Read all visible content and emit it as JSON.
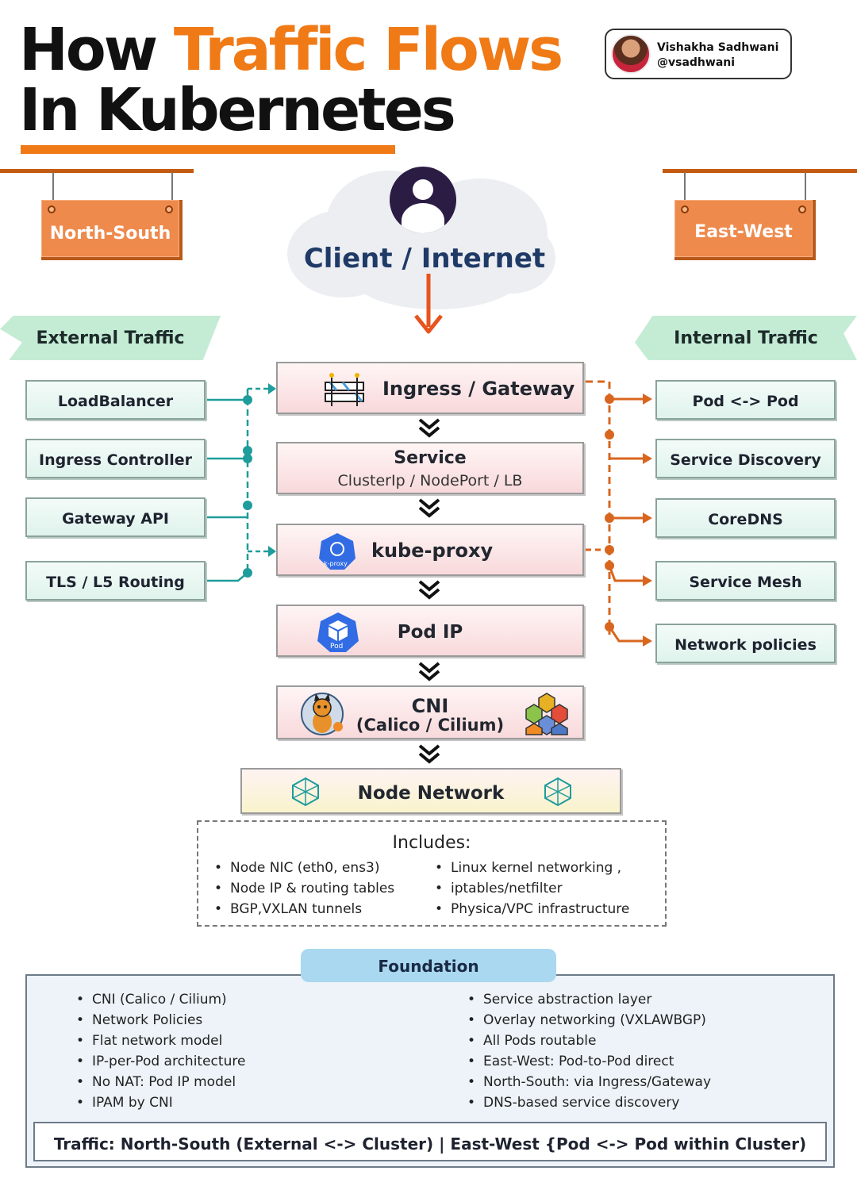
{
  "title": {
    "line1_prefix": "How",
    "line1_accent": "Traffic Flows",
    "line2": "In Kubernetes"
  },
  "author": {
    "name": "Vishakha Sadhwani",
    "handle": "@vsadhwani"
  },
  "signs": {
    "left": "North-South",
    "right": "East-West"
  },
  "client": {
    "label": "Client / Internet"
  },
  "external": {
    "banner": "External Traffic",
    "items": [
      "LoadBalancer",
      "Ingress Controller",
      "Gateway API",
      "TLS / L5 Routing"
    ]
  },
  "internal": {
    "banner": "Internal Traffic",
    "items": [
      "Pod <-> Pod",
      "Service Discovery",
      "CoreDNS",
      "Service Mesh",
      "Network policies"
    ]
  },
  "flow": {
    "ingress": "Ingress / Gateway",
    "service_title": "Service",
    "service_sub": "ClusterIp / NodePort / LB",
    "kubeproxy": "kube-proxy",
    "kubeproxy_icon_text": "k-proxy",
    "podip": "Pod IP",
    "pod_icon_text": "Pod",
    "cni_title": "CNI",
    "cni_sub": "(Calico / Cilium)",
    "node_network": "Node Network"
  },
  "includes": {
    "heading": "Includes:",
    "left": [
      "Node NIC (eth0, ens3)",
      "Node IP & routing tables",
      "BGP,VXLAN tunnels"
    ],
    "right": [
      "Linux kernel networking ,",
      "iptables/netfilter",
      "Physica/VPC infrastructure"
    ]
  },
  "foundation": {
    "heading": "Foundation",
    "left": [
      "CNI (Calico / Cilium)",
      "Network Policies",
      "Flat network model",
      "IP-per-Pod architecture",
      "No NAT: Pod IP model",
      "IPAM by CNI"
    ],
    "right": [
      "Service abstraction layer",
      "Overlay networking (VXLAWBGP)",
      "All Pods routable",
      "East-West: Pod-to-Pod direct",
      "North-South: via Ingress/Gateway",
      "DNS-based service discovery"
    ],
    "summary": "Traffic: North-South (External <-> Cluster) | East-West {Pod <-> Pod within Cluster)"
  },
  "colors": {
    "accent_orange": "#f07a16",
    "teal_connector": "#1f9c9c",
    "orange_connector": "#d8661e",
    "banner_green": "#c4ecd5",
    "foundation_blue": "#a9d8f0"
  }
}
